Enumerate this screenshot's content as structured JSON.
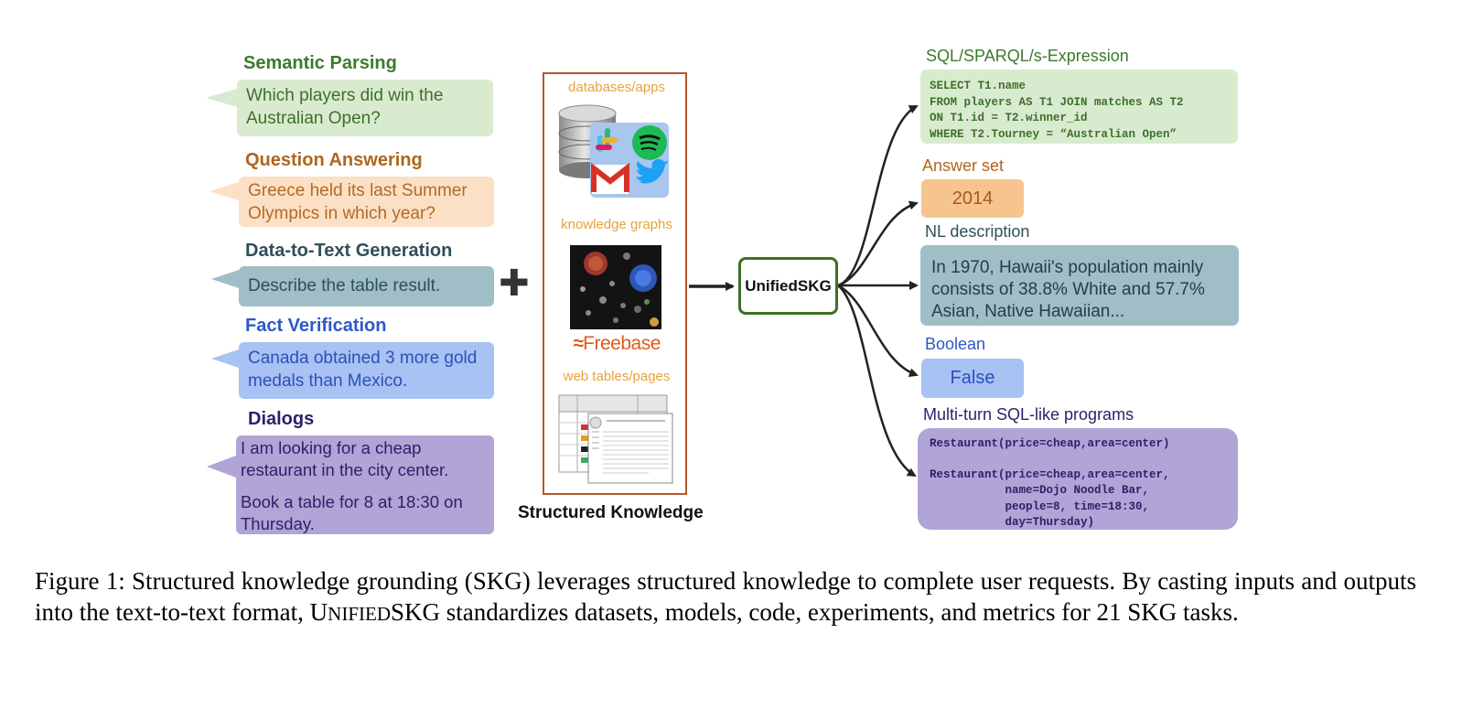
{
  "tasks": [
    {
      "title": "Semantic Parsing",
      "text": "Which players did win the Australian Open?",
      "title_color": "#3c7a2b",
      "text_color": "#3f6f2c",
      "bg": "#d9ebcf"
    },
    {
      "title": "Question Answering",
      "text": "Greece held its last Summer Olympics in which year?",
      "title_color": "#b0651f",
      "text_color": "#b36a24",
      "bg": "#fbe0c5"
    },
    {
      "title": "Data-to-Text Generation",
      "text": "Describe the table result.",
      "title_color": "#2f4f5a",
      "text_color": "#2f4f5a",
      "bg": "#9fbec6"
    },
    {
      "title": "Fact Verification",
      "text": "Canada obtained 3 more gold medals than Mexico.",
      "title_color": "#2e58c8",
      "text_color": "#2e4fb8",
      "bg": "#a7c2f3"
    },
    {
      "title": "Dialogs",
      "text1": "I am looking for a cheap restaurant in the city center.",
      "text2": "Book a table for 8 at 18:30 on Thursday.",
      "title_color": "#2d1f6a",
      "text_color": "#2d1f6a",
      "bg": "#b1a4d6"
    }
  ],
  "plus": "✚",
  "structured_knowledge": {
    "labels": [
      "databases/apps",
      "knowledge graphs",
      "web tables/pages"
    ],
    "freebase": "Freebase",
    "title": "Structured Knowledge"
  },
  "model": {
    "name": "UnifiedSKG"
  },
  "outputs": {
    "sql": {
      "label": "SQL/SPARQL/s-Expression",
      "lines": [
        "SELECT T1.name",
        "FROM players AS T1 JOIN matches AS T2",
        "ON T1.id = T2.winner_id",
        "WHERE T2.Tourney = “Australian Open”"
      ]
    },
    "answer": {
      "label": "Answer set",
      "value": "2014"
    },
    "nl": {
      "label": "NL description",
      "text": "In 1970, Hawaii's population mainly consists of 38.8% White and 57.7% Asian, Native Hawaiian..."
    },
    "boolean": {
      "label": "Boolean",
      "value": "False"
    },
    "multiturn": {
      "label": "Multi-turn SQL-like programs",
      "line1": "Restaurant(price=cheap,area=center)",
      "lines2": [
        "Restaurant(price=cheap,area=center,",
        "           name=Dojo Noodle Bar,",
        "           people=8, time=18:30,",
        "           day=Thursday)"
      ]
    }
  },
  "caption": {
    "part1": "Figure 1: Structured knowledge grounding (SKG) leverages structured knowledge to complete user requests. By casting inputs and outputs into the text-to-text format, ",
    "name_first": "U",
    "name_sc": "NIFIED",
    "name_rest": "SKG",
    "part2": " standardizes datasets, models, code, experiments, and metrics for 21 SKG tasks."
  },
  "colors": {
    "sk_border": "#b5562a",
    "model_border": "#3f6e24",
    "arrow": "#222222"
  }
}
